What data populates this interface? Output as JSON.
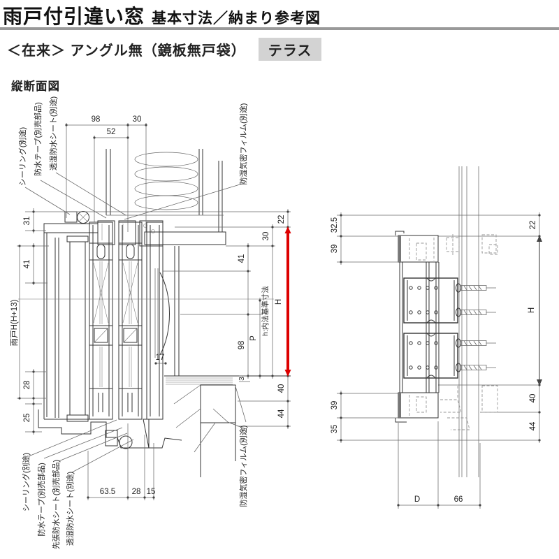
{
  "header": {
    "title": "雨戸付引違い窓",
    "subtitle": "基本寸法／納まり参考図",
    "spec_line": "＜在来＞ アングル無（鏡板無戸袋）",
    "tag": "テラス",
    "section_title": "縦断面図"
  },
  "colors": {
    "accent_red": "#dd0000",
    "tag_bg": "#d3d3d3",
    "rule_gray": "#999999"
  },
  "left": {
    "ann": {
      "sealing": "シーリング(別途)",
      "tape": "防水テープ(別売部品)",
      "sheet": "透湿防水シート(別途)",
      "film": "防湿気密フィルム(別途)",
      "sealing2": "シーリング(別途)",
      "tape2": "防水テープ(別売部品)",
      "presheet": "先張防水シート(別売部品)",
      "sheet2": "透湿防水シート(別途)",
      "film2": "防湿気密フィルム(別途)"
    },
    "dims": {
      "t98": "98",
      "t52": "52",
      "t30": "30",
      "l31": "31",
      "l41": "41",
      "shutter": "雨戸H(H+13)",
      "l28": "28",
      "l25": "25",
      "r22": "22",
      "r30": "30",
      "r41": "41",
      "h": "h:内法基準寸法",
      "H": "H",
      "P": "P",
      "r98": "98",
      "r3": "3",
      "r40": "40",
      "r44": "44",
      "m17": "17",
      "b63": "63.5",
      "b28": "28",
      "b15": "15"
    }
  },
  "right": {
    "dims": {
      "l32": "32.5",
      "l39t": "39",
      "l39b": "39",
      "l35": "35",
      "r22": "22",
      "H": "H",
      "r40": "40",
      "r44": "44",
      "D": "D",
      "b66": "66"
    }
  }
}
